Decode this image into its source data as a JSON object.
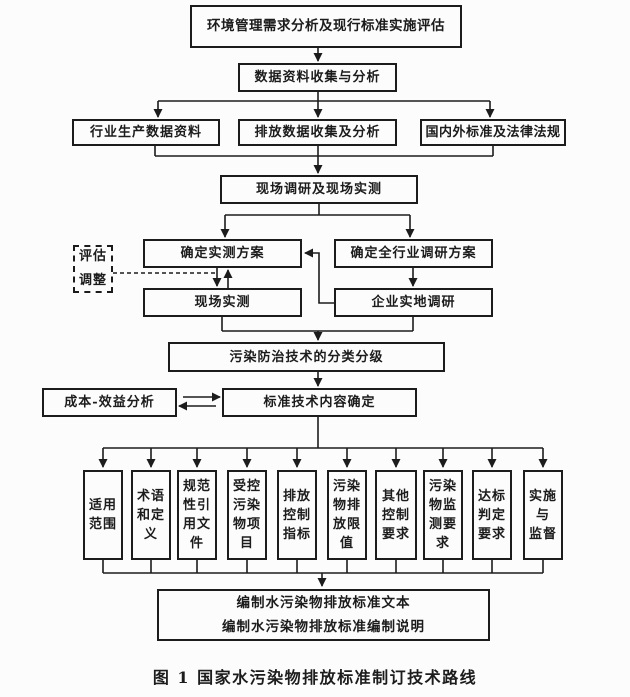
{
  "figure": {
    "caption": "图 1  国家水污染物排放标准制订技术路线"
  },
  "nodes": {
    "top": "环境管理需求分析及现行标准实施评估",
    "data_collect": "数据资料收集与分析",
    "industry_data": "行业生产数据资料",
    "emission_data": "排放数据收集及分析",
    "standards_laws": "国内外标准及法律法规",
    "field_survey": "现场调研及现场实测",
    "measure_plan": "确定实测方案",
    "industry_plan": "确定全行业调研方案",
    "eval_adjust": "评估\n调整",
    "field_measure": "现场实测",
    "enterprise_survey": "企业实地调研",
    "tech_classify": "污染防治技术的分类分级",
    "cost_benefit": "成本-效益分析",
    "std_content": "标准技术内容确定",
    "final": "编制水污染物排放标准文本\n编制水污染物排放标准编制说明"
  },
  "sections": [
    {
      "label": "适用\n范围"
    },
    {
      "label": "术语\n和定\n义"
    },
    {
      "label": "规范\n性引\n用文\n件"
    },
    {
      "label": "受控\n污染\n物项\n目"
    },
    {
      "label": "排放\n控制\n指标"
    },
    {
      "label": "污染\n物排\n放限\n值"
    },
    {
      "label": "其他\n控制\n要求"
    },
    {
      "label": "污染\n物监\n测要\n求"
    },
    {
      "label": "达标\n判定\n要求"
    },
    {
      "label": "实施\n与\n监督"
    }
  ],
  "colors": {
    "line": "#1c1c1c",
    "text": "#1c1c1c",
    "background": "#fcfcfc"
  }
}
